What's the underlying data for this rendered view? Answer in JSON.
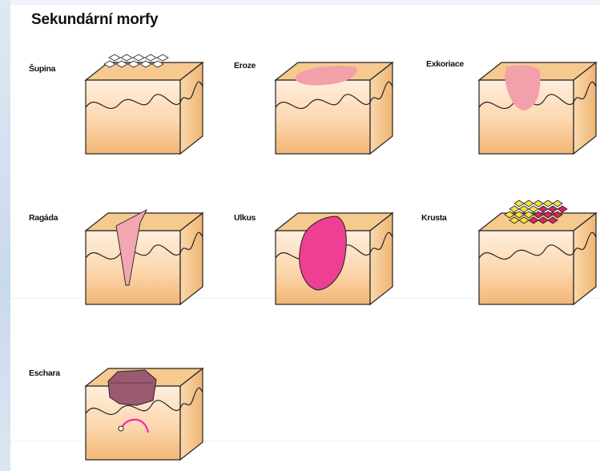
{
  "title": "Sekundární morfy",
  "colors": {
    "skin_top": "#f6c98e",
    "skin_front_top": "#ffe6c7",
    "skin_front_bottom": "#f2b878",
    "skin_side": "#f3c48c",
    "outline": "#222222",
    "erosion": "#f2a0aa",
    "ulcer": "#ee3f95",
    "rhagade": "#f3a7b3",
    "eschar": "#9b5a72",
    "crust_yellow": "#f5e23a",
    "crust_red": "#d9255e",
    "hook": "#ff1fb2"
  },
  "items": [
    {
      "label": "Šupina"
    },
    {
      "label": "Eroze"
    },
    {
      "label": "Exkoriace"
    },
    {
      "label": "Ragáda"
    },
    {
      "label": "Ulkus"
    },
    {
      "label": "Krusta"
    },
    {
      "label": "Eschara"
    }
  ]
}
